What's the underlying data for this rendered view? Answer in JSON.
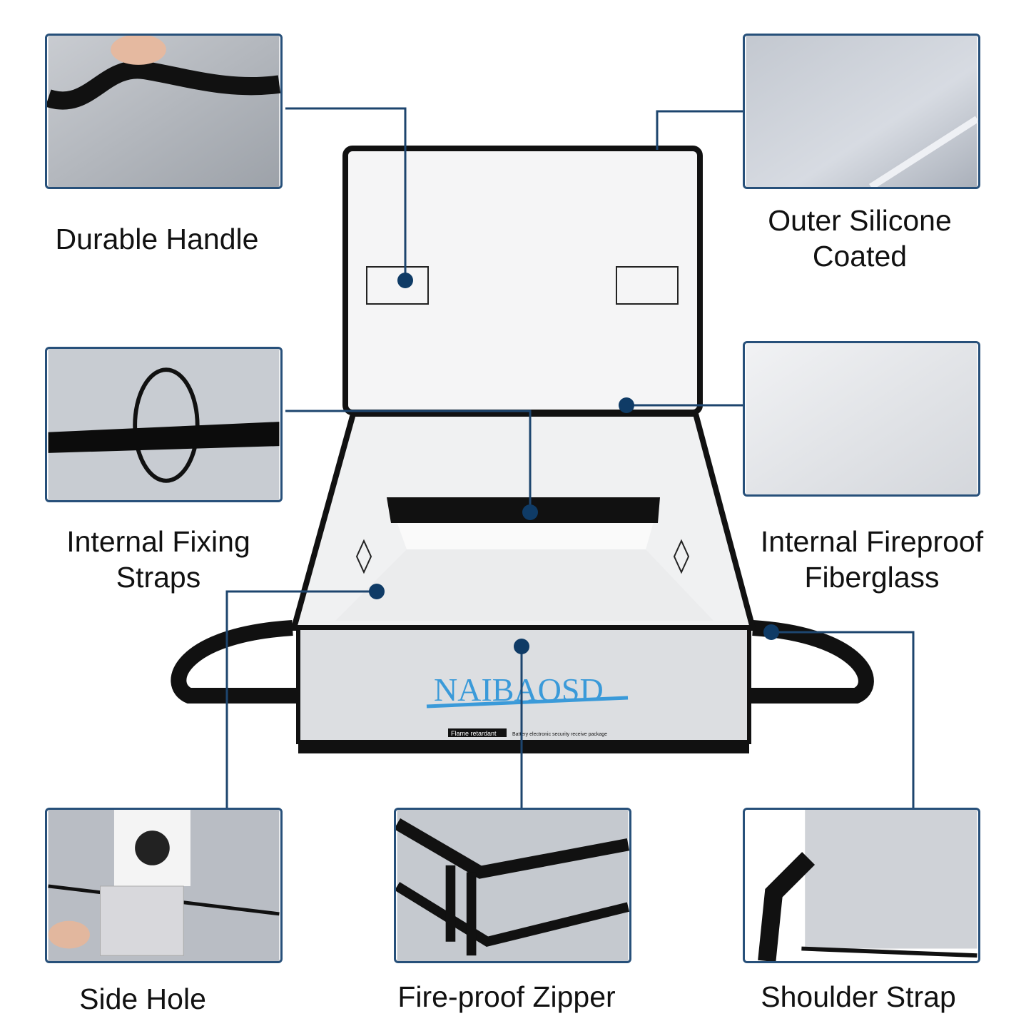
{
  "features": [
    {
      "id": "durable-handle",
      "lines": [
        "Durable Handle"
      ]
    },
    {
      "id": "outer-silicone-coated",
      "lines": [
        "Outer Silicone",
        "Coated"
      ]
    },
    {
      "id": "internal-fixing-straps",
      "lines": [
        "Internal Fixing",
        "Straps"
      ]
    },
    {
      "id": "internal-fireproof-fiberglass",
      "lines": [
        "Internal Fireproof",
        "Fiberglass"
      ]
    },
    {
      "id": "side-hole",
      "lines": [
        "Side Hole"
      ]
    },
    {
      "id": "fire-proof-zipper",
      "lines": [
        "Fire-proof Zipper"
      ]
    },
    {
      "id": "shoulder-strap",
      "lines": [
        "Shoulder Strap"
      ]
    }
  ],
  "product": {
    "brand_logo": "NAIBAOSD",
    "tag": "Flame retardant",
    "tagline": "Battery electronic security receive package"
  },
  "colors": {
    "frame": "#27507a",
    "connector": "#1d456e",
    "brand_blue": "#3a9ad9"
  }
}
